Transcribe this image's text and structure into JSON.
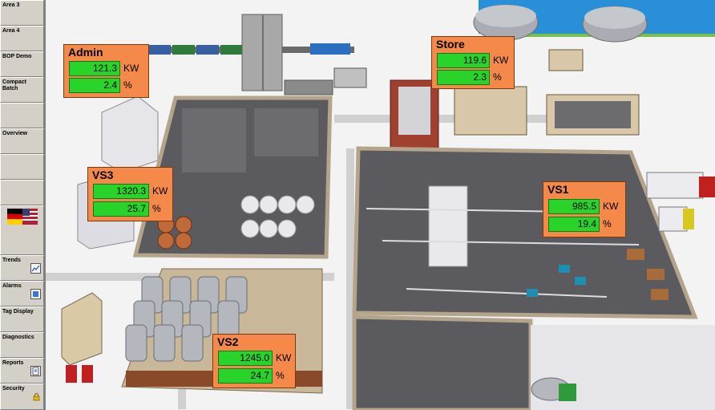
{
  "sidebar": {
    "items": [
      {
        "label": "Area 3",
        "icon": ""
      },
      {
        "label": "Area 4",
        "icon": ""
      },
      {
        "label": "BOP Demo",
        "icon": ""
      },
      {
        "label": "Compact Batch",
        "icon": ""
      },
      {
        "label": "",
        "icon": ""
      },
      {
        "label": "Overview",
        "icon": ""
      },
      {
        "label": "",
        "icon": ""
      },
      {
        "label": "",
        "icon": ""
      },
      {
        "label": "",
        "icon": "flag-icon"
      },
      {
        "label": "Trends",
        "icon": "trend-chart-icon"
      },
      {
        "label": "Alarms",
        "icon": "alarm-icon"
      },
      {
        "label": "Tag Display",
        "icon": ""
      },
      {
        "label": "Diagnostics",
        "icon": ""
      },
      {
        "label": "Reports",
        "icon": "report-icon"
      },
      {
        "label": "Security",
        "icon": "lock-icon"
      }
    ]
  },
  "panels": {
    "admin": {
      "name": "Admin",
      "power": "121.3",
      "power_unit": "KW",
      "percent": "2.4",
      "percent_unit": "%"
    },
    "store": {
      "name": "Store",
      "power": "119.6",
      "power_unit": "KW",
      "percent": "2.3",
      "percent_unit": "%"
    },
    "vs3": {
      "name": "VS3",
      "power": "1320.3",
      "power_unit": "KW",
      "percent": "25.7",
      "percent_unit": "%"
    },
    "vs1": {
      "name": "VS1",
      "power": "985.5",
      "power_unit": "KW",
      "percent": "19.4",
      "percent_unit": "%"
    },
    "vs2": {
      "name": "VS2",
      "power": "1245.0",
      "power_unit": "KW",
      "percent": "24.7",
      "percent_unit": "%"
    }
  },
  "colors": {
    "panel_bg": "#f5894a",
    "value_bg": "#29d329",
    "floor": "#5b5b5f",
    "wall": "#b5a48c",
    "water": "#2a8fd9"
  }
}
